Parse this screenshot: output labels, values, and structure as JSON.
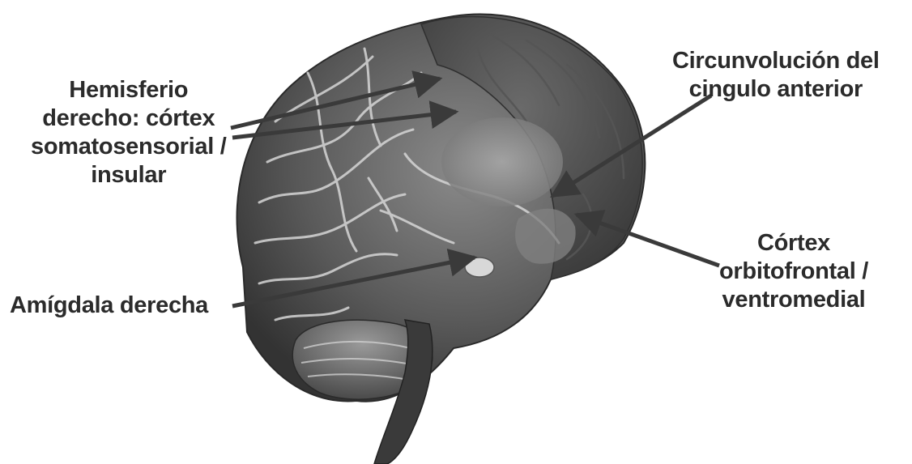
{
  "labels": {
    "right_hemisphere": [
      "Hemisferio",
      "derecho: córtex",
      "somatosensorial /",
      "insular"
    ],
    "anterior_cingulate": [
      "Circunvolución del",
      "cingulo anterior"
    ],
    "right_amygdala": [
      "Amígdala derecha"
    ],
    "orbitofrontal": [
      "Córtex",
      "orbitofrontal /",
      "ventromedial"
    ]
  },
  "colors": {
    "text": "#2b2b2b",
    "arrow": "#3a3a3a",
    "brain_dark": "#3d3d3d",
    "brain_mid": "#6e6e6e",
    "brain_light": "#bdbdbd",
    "highlight": "#9a9a9a"
  }
}
